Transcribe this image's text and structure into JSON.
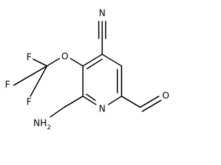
{
  "molecule": {
    "atoms": {
      "N_nitrile": "N",
      "O_ether": "O",
      "F_top": "F",
      "F_left": "F",
      "F_bottom": "F",
      "N_ring": "N",
      "N_amine": "NH",
      "N_amine_sub": "2",
      "O_aldehyde": "O"
    }
  },
  "colors": {
    "bond": "#000000",
    "text": "#000000",
    "background": "#ffffff"
  }
}
